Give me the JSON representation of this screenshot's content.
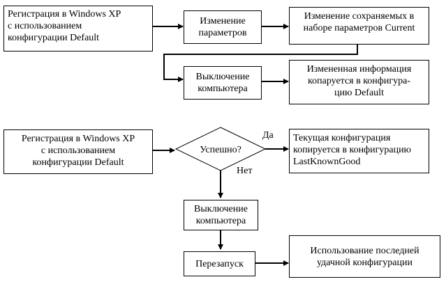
{
  "flow1": {
    "login": "Регистрация в Windows XP\nс использованием\nконфигурации Default",
    "change_params": "Изменение\nпараметров",
    "change_saved": "Изменение сохраняемых в\nнаборе параметров Current",
    "shutdown": "Выключение\nкомпьютера",
    "copied_default": "Измененная информация\nкопаруется в конфигура-\nцию Default"
  },
  "flow2": {
    "login": "Регистрация в Windows XP\nс использованием\nконфигурации Default",
    "decision": "Успешно?",
    "yes_label": "Да",
    "no_label": "Нет",
    "copied_lkg": "Текущая конфигурация\nкопируется в конфигурацию\nLastKnownGood",
    "shutdown": "Выключение\nкомпьютера",
    "restart": "Перезапуск",
    "use_last_good": "Использование последней\nудачной конфигурации"
  }
}
